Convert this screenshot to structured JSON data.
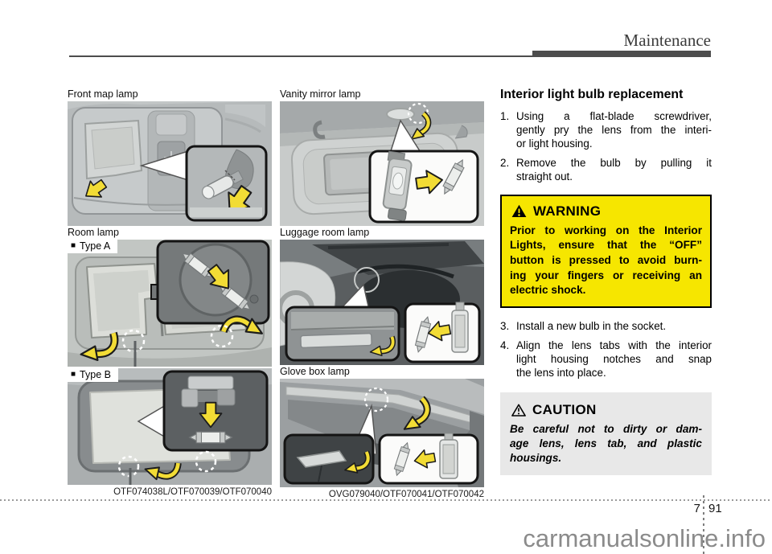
{
  "header": {
    "section_title": "Maintenance"
  },
  "figures": {
    "marker_glyph": "■",
    "left_column": {
      "front_map_label": "Front map lamp",
      "room_label": "Room lamp",
      "type_a": "Type A",
      "type_b": "Type B",
      "caption": "OTF074038L/OTF070039/OTF070040"
    },
    "right_column": {
      "vanity_label": "Vanity mirror lamp",
      "luggage_label": "Luggage room lamp",
      "glove_label": "Glove box lamp",
      "caption": "OVG079040/OTF070041/OTF070042"
    }
  },
  "article": {
    "title": "Interior light bulb replacement",
    "steps": [
      {
        "num": "1.",
        "lines": [
          "Using a flat-blade screwdriver,",
          "gently pry the lens from the interi-",
          "or light housing."
        ]
      },
      {
        "num": "2.",
        "lines": [
          "Remove the bulb by pulling it",
          "straight out."
        ]
      },
      {
        "num": "3.",
        "lines": [
          "Install a new bulb in the socket."
        ]
      },
      {
        "num": "4.",
        "lines": [
          "Align the lens tabs with the interior",
          "light housing notches and snap",
          "the lens into place."
        ]
      }
    ],
    "warning": {
      "title": "WARNING",
      "icon": "warning-triangle-filled",
      "lines": [
        "Prior to working on the Interior",
        "Lights, ensure that the “OFF”",
        "button is pressed to avoid burn-",
        "ing your fingers or receiving an",
        "electric shock."
      ]
    },
    "caution": {
      "title": "CAUTION",
      "icon": "warning-triangle-outline",
      "lines": [
        "Be careful not to dirty or dam-",
        "age lens, lens tab, and plastic",
        "housings."
      ]
    }
  },
  "footer": {
    "chapter_number": "7",
    "page_number": "91",
    "watermark": "carmanualsonline.info"
  },
  "colors": {
    "warning_bg": "#F6E600",
    "caution_bg": "#E8E8E8",
    "arrow_yellow": "#F2DC35",
    "watermark_gray": "#8B8B8B"
  }
}
